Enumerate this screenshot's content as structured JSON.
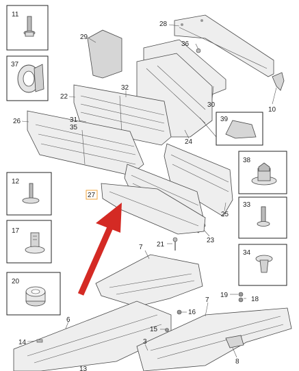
{
  "labels": {
    "l11": "11",
    "l37": "37",
    "l29": "29",
    "l28": "28",
    "l36": "36",
    "l32": "32",
    "l22": "22",
    "l31": "31",
    "l35": "35",
    "l26": "26",
    "l30": "30",
    "l10": "10",
    "l39": "39",
    "l24": "24",
    "l38": "38",
    "l12": "12",
    "l27": "27",
    "l25": "25",
    "l33": "33",
    "l17": "17",
    "l23": "23",
    "l21": "21",
    "l7a": "7",
    "l34": "34",
    "l20": "20",
    "l19": "19",
    "l18": "18",
    "l6": "6",
    "l7b": "7",
    "l16": "16",
    "l15": "15",
    "l14": "14",
    "l3": "3",
    "l8": "8",
    "l13": "13"
  },
  "colors": {
    "arrow": "#d42a24",
    "highlight_box": "#f0a33a",
    "outline": "#222222"
  },
  "icons": [
    "bolt-icon",
    "clip-icon",
    "nut-icon",
    "rivet-icon",
    "bushing-icon",
    "grommet-icon"
  ]
}
